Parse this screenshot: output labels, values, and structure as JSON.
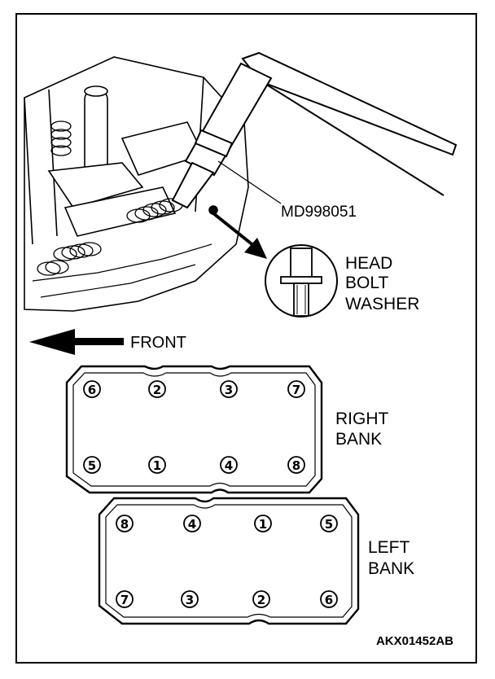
{
  "labels": {
    "tool": "MD998051",
    "head_bolt_washer": [
      "HEAD",
      "BOLT",
      "WASHER"
    ],
    "front": "FRONT",
    "right_bank": [
      "RIGHT",
      "BANK"
    ],
    "left_bank": [
      "LEFT",
      "BANK"
    ],
    "figure_code": "AKX01452AB"
  },
  "right_bank_bolts": {
    "top": [
      "6",
      "2",
      "3",
      "7"
    ],
    "bottom": [
      "5",
      "1",
      "4",
      "8"
    ]
  },
  "left_bank_bolts": {
    "top": [
      "8",
      "4",
      "1",
      "5"
    ],
    "bottom": [
      "7",
      "3",
      "2",
      "6"
    ]
  }
}
